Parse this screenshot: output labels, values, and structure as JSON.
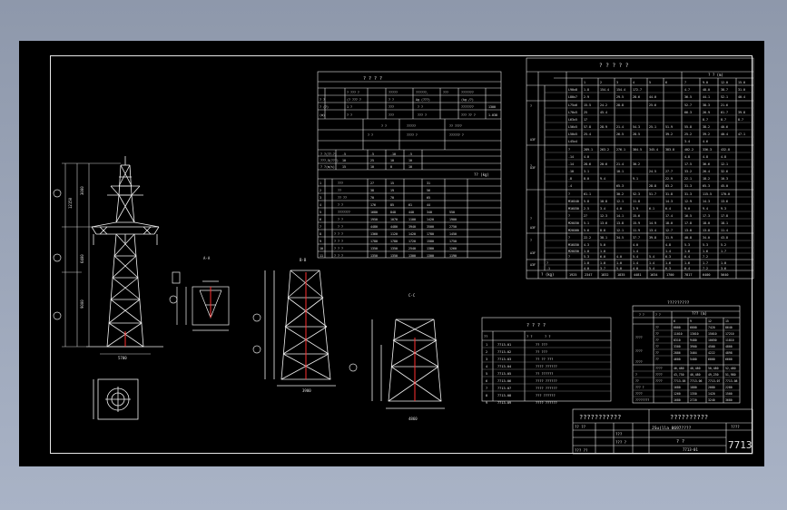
{
  "title_block": {
    "header": "???????????",
    "header_right": "??????????",
    "drawing_title": "JSu(lla 0697????",
    "drawing_no": "7713",
    "drawing_code": "7713-01",
    "small_label": "????",
    "sub_a": "?  ?",
    "row_labels": [
      "?? ??",
      "???",
      "??? ?",
      "??? ??"
    ]
  },
  "views": {
    "side_view_label": "A-A",
    "section_b_label": "B-B",
    "section_c_label": "C-C",
    "markers": [
      "①",
      "②",
      "③"
    ]
  },
  "tables": {
    "mid_top_title": "?   ?   ?   ?",
    "mid_weight_label": "?? (kg)",
    "right_top_title": "?   ?   ?   ?   ?",
    "right_top_unit": "? ? (m)",
    "right_footer_label": "? (kg)",
    "right_footer_values": [
      "1925",
      "2347",
      "1832",
      "1835",
      "4481",
      "1634",
      "1700",
      "7817",
      "6400",
      "5640"
    ],
    "parts_title": "?  ?  ?  ?",
    "parts_header": [
      "??",
      "? ?",
      "?   ?"
    ],
    "parts_rows": [
      [
        "1",
        "7713-01",
        "?? ???"
      ],
      [
        "2",
        "7713-02",
        "?? ???"
      ],
      [
        "3",
        "7713-03",
        "?? ?? ???"
      ],
      [
        "4",
        "7713-04",
        "???? ??????"
      ],
      [
        "5",
        "7713-05",
        "?? ??????"
      ],
      [
        "6",
        "7713-06",
        "???? ??????"
      ],
      [
        "7",
        "7713-07",
        "???? ??????"
      ],
      [
        "8",
        "7713-08",
        "??? ??????"
      ],
      [
        "9",
        "7713-09",
        "???? ??????"
      ]
    ],
    "br_title": "?????????",
    "br_unit": "??? (m)"
  }
}
